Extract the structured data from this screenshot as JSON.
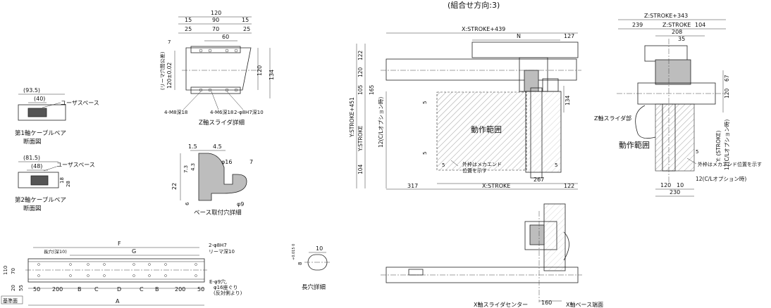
{
  "title": "(組合せ方向:3)",
  "cable_bearer": {
    "axis1_label": "第1軸ケーブルベア",
    "axis1_sub": "断面図",
    "axis1_outer": "(93.5)",
    "axis1_inner": "(40)",
    "axis1_user": "ユーザスペース",
    "axis2_label": "第2軸ケーブルベア",
    "axis2_sub": "断面図",
    "axis2_outer": "(81.5)",
    "axis2_inner": "(48)",
    "axis2_user": "ユーザスペース",
    "axis2_h1": "18",
    "axis2_h2": "28"
  },
  "z_slider": {
    "caption": "Z軸スライダ詳細",
    "d120": "120",
    "d15a": "15",
    "d90": "90",
    "d15b": "15",
    "d25a": "25",
    "d70": "70",
    "d25b": "25",
    "d60": "60",
    "d7": "7",
    "d120v": "120",
    "d134": "134",
    "tol": "120±0.02",
    "reamer": "(リーマ穴間公差)",
    "h1": "4-M8深18",
    "h2": "4-M6深18",
    "h3": "2-φ8H7深10"
  },
  "base_hole": {
    "caption": "ベース取付穴詳細",
    "d15": "1.5",
    "d45": "4.5",
    "d73": "7.3",
    "d43": "4.3",
    "phi16": "φ16",
    "d7": "7",
    "d22": "22",
    "d6": "6",
    "phi9": "φ9"
  },
  "slot": {
    "caption": "長穴詳細",
    "d10": "10",
    "d8": "8",
    "tol": "+0.015\n0"
  },
  "bottom_left": {
    "F": "F",
    "G": "G",
    "slot_label": "長穴(深10)",
    "reamer": "2-φ8H7",
    "reamer2": "リーマ深10",
    "d110": "110",
    "d70": "70",
    "d20": "20",
    "d55": "55",
    "dims": [
      "50",
      "200",
      "B",
      "C",
      "D",
      "C",
      "B",
      "200",
      "50"
    ],
    "A": "A",
    "base": "基準面",
    "hole1": "E-φ9穴,",
    "hole2": "φ16座ぐり",
    "hole3": "(反対側より)"
  },
  "front_view": {
    "xstroke439": "X:STROKE+439",
    "N": "N",
    "d127": "127",
    "d122a": "122",
    "d120": "120",
    "d105": "105",
    "d165": "165",
    "ystroke451": "Y:STROKE+451",
    "ystroke": "Y:STROKE",
    "d104": "104",
    "d5a": "5",
    "d5b": "5",
    "d5c": "5",
    "d5d": "5",
    "d134": "134",
    "cl": "12(C/Lオプション時)",
    "range": "動作範囲",
    "outer1": "外枠はメカエンド",
    "outer2": "位置を示す",
    "d267": "267",
    "d317": "317",
    "xstroke": "X:STROKE",
    "d122b": "122"
  },
  "side_view": {
    "zstroke343": "Z:STROKE+343",
    "d239": "239",
    "zstroke104": "Z:STROKE",
    "d104": "104",
    "d208": "208",
    "d35": "35",
    "d120": "120",
    "d67": "67",
    "zslider": "Z軸スライダ部",
    "range": "動作範囲",
    "ystroke": "Y: (STROKE)",
    "cl": "12(C/Lオプション時)",
    "d5": "5",
    "outer": "外枠はメカエンド位置を示す",
    "d120b": "120",
    "d10": "10",
    "d230": "230",
    "cl2": "12(C/Lオプション時)"
  },
  "top_view": {
    "xslider": "X軸スライダセンター",
    "d160": "160",
    "xbase": "X軸ベース端面"
  }
}
